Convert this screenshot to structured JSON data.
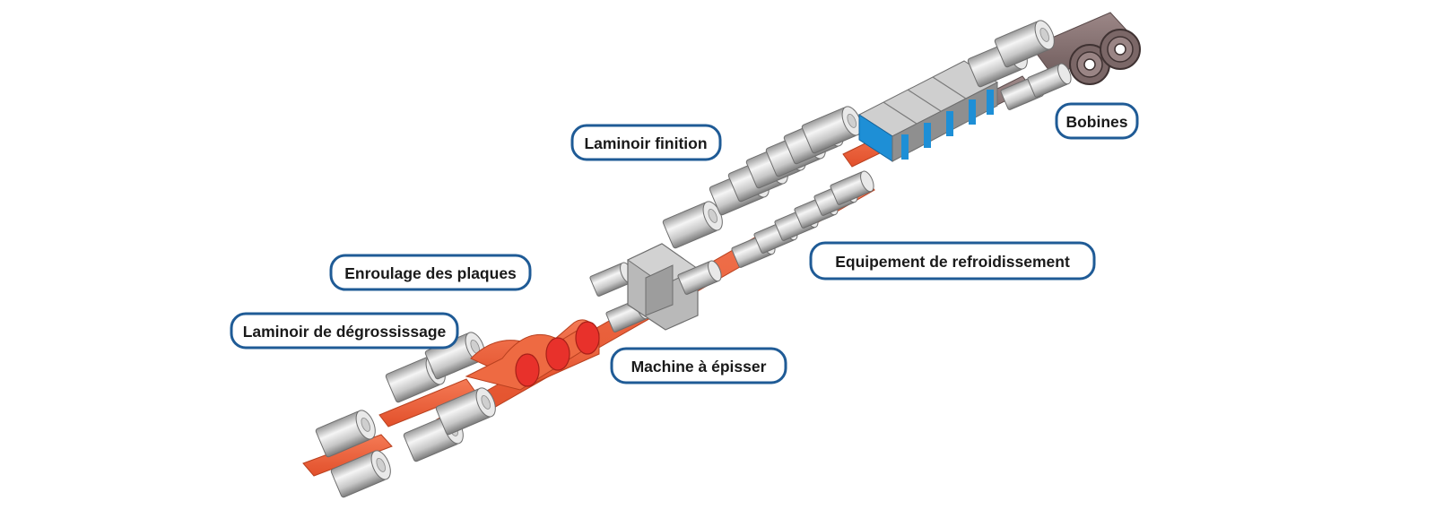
{
  "colors": {
    "hot_strip": "#f0653d",
    "hot_core": "#e8312b",
    "cooled_strip": "#8a7575",
    "roller_light": "#f2f2f2",
    "roller_dark": "#8c8c8c",
    "cooling_water": "#1e8fd6",
    "housing": "#b9b9b9",
    "label_border": "#1f5b96"
  },
  "labels": {
    "roughing_mill": "Laminoir de dégrossissage",
    "coil_box": "Enroulage des plaques",
    "splicing_machine": "Machine à épisser",
    "finishing_mill": "Laminoir finition",
    "cooling_equipment": "Equipement de refroidissement",
    "coils": "Bobines"
  }
}
